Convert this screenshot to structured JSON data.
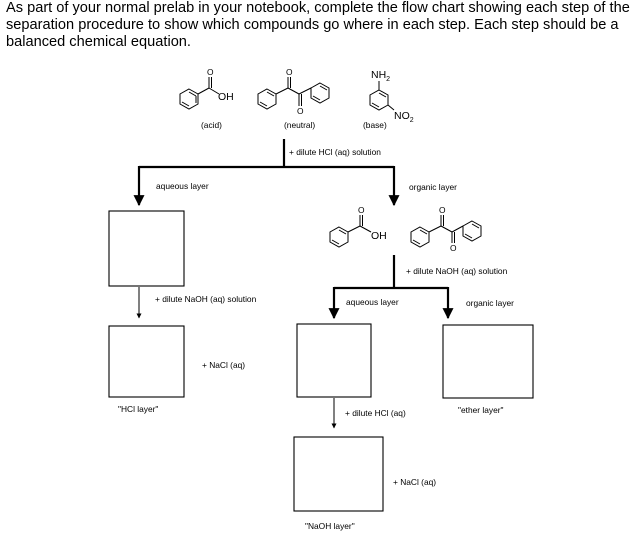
{
  "instructions": "As part of your normal prelab in your notebook, complete the flow chart showing each step of the separation procedure to show which compounds go where in each step.  Each step should be a balanced chemical equation.",
  "compounds": {
    "acid": {
      "label": "(acid)",
      "group": "OH"
    },
    "neutral": {
      "label": "(neutral)"
    },
    "base": {
      "label": "(base)",
      "group_top": "NH2",
      "group_side": "NO2"
    }
  },
  "steps": {
    "step1": "+ dilute HCl (aq) solution",
    "step2": "+ dilute NaOH (aq) solution",
    "step3": "+ dilute NaOH (aq) solution",
    "step4": "+ dilute HCl (aq)",
    "nacl_1": "+ NaCl (aq)",
    "nacl_2": "+ NaCl (aq)"
  },
  "layers": {
    "aqueous_1": "aqueous layer",
    "organic_1": "organic layer",
    "aqueous_2": "aqueous layer",
    "organic_2": "organic layer"
  },
  "box_labels": {
    "hcl_layer": "\"HCl layer\"",
    "ether_layer": "\"ether layer\"",
    "naoh_layer": "\"NaOH layer\""
  },
  "organic_compound_group": "OH"
}
